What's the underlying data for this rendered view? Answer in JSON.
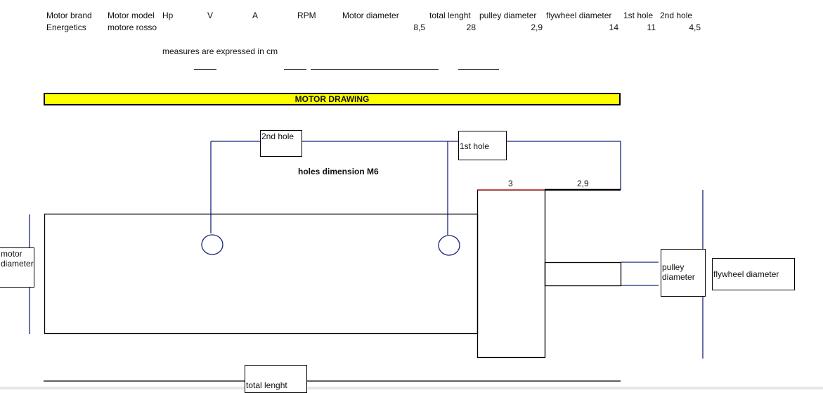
{
  "headers": [
    "Motor brand",
    "Motor model",
    "Hp",
    "V",
    "A",
    "RPM",
    "Motor diameter",
    "total lenght",
    "pulley diameter",
    "flywheel diameter",
    "1st hole",
    "2nd hole"
  ],
  "values": {
    "brand": "Energetics",
    "model": "motore rosso",
    "motor_diameter": "8,5",
    "total_length": "28",
    "pulley_diameter": "2,9",
    "flywheel_diameter": "14",
    "first_hole": "11",
    "second_hole": "4,5"
  },
  "note": "measures are expressed in cm",
  "drawing": {
    "title": "MOTOR DRAWING",
    "second_hole": "2nd hole",
    "first_hole": "1st hole",
    "holes_dimension": "holes dimension M6",
    "flange_width": "3",
    "pulley_length": "2,9",
    "motor_diameter": "motor diameter",
    "pulley_diameter": "pulley diameter",
    "flywheel_diameter": "flywheel diameter",
    "total_length": "total lenght",
    "line_color": "#1a237e",
    "accent": "#ffff00",
    "red": "#c62828"
  }
}
